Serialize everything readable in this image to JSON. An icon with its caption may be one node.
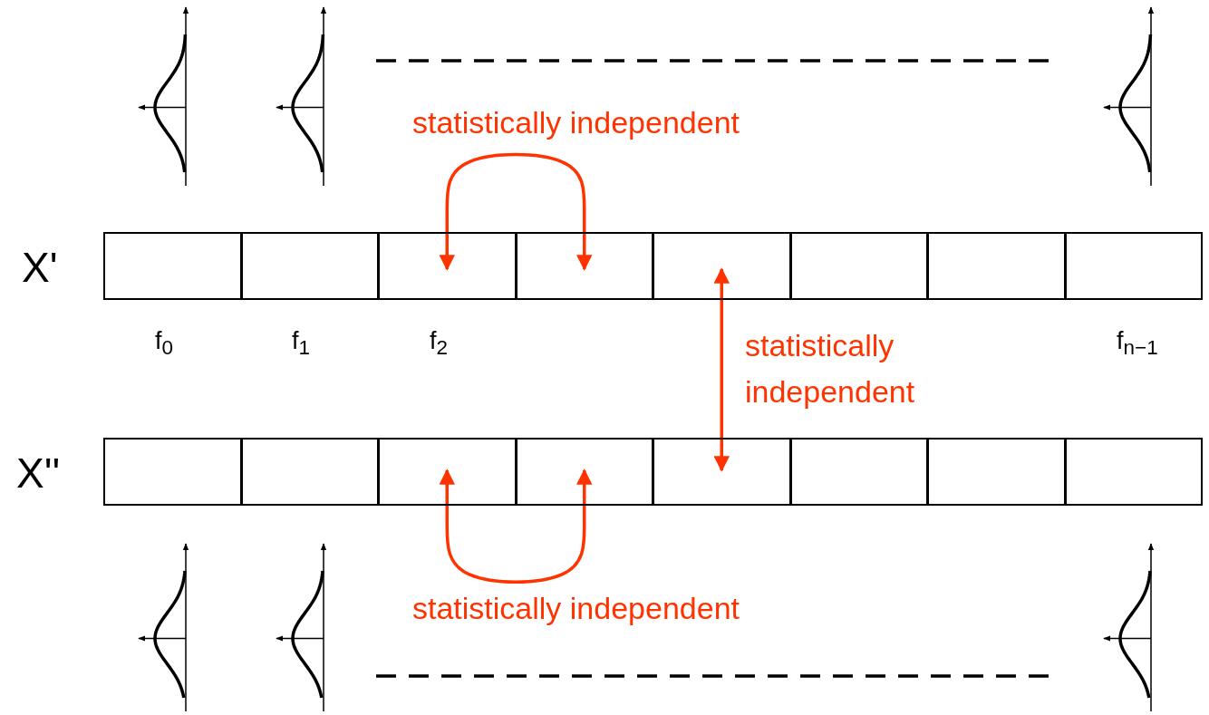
{
  "diagram": {
    "nodes": [
      {
        "text": [],
        "shape": "box"
      },
      {
        "text": [],
        "shape": "box"
      },
      {
        "text": [],
        "shape": "box"
      },
      {
        "text": [],
        "shape": "box"
      },
      {
        "text": [],
        "shape": "box"
      },
      {
        "text": [],
        "shape": "box"
      },
      {
        "text": [],
        "shape": "box"
      },
      {
        "text": [],
        "shape": "box"
      },
      {
        "text": [],
        "shape": "box"
      },
      {
        "text": [],
        "shape": "box"
      },
      {
        "text": [],
        "shape": "box"
      },
      {
        "text": [],
        "shape": "box"
      },
      {
        "text": [],
        "shape": "box"
      },
      {
        "text": [],
        "shape": "box"
      },
      {
        "text": [],
        "shape": "box"
      },
      {
        "text": [],
        "shape": "box"
      }
    ],
    "edges": [
      {
        "from": 2,
        "to": 3,
        "arrow": "both",
        "label": "statistically independent"
      },
      {
        "from": 4,
        "to": 12,
        "arrow": "both",
        "label": "statistically independent"
      },
      {
        "from": 10,
        "to": 11,
        "arrow": "both",
        "label": "statistically independent"
      }
    ],
    "labels": [
      "X'",
      "f$_{0}$",
      "f$_{1}$",
      "f$_{2}$",
      "f$_{n−1}$",
      "X''"
    ]
  }
}
